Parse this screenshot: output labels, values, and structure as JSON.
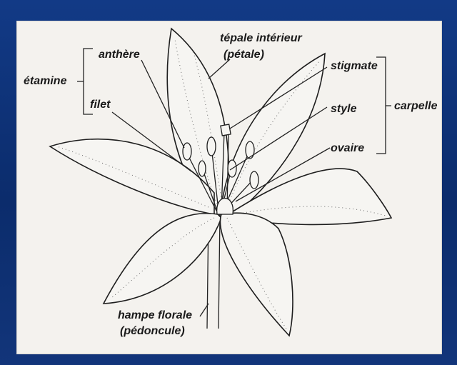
{
  "labels": {
    "tepale": "tépale intérieur",
    "petale": "(pétale)",
    "anthere": "anthère",
    "etamine": "étamine",
    "filet": "filet",
    "stigmate": "stigmate",
    "style": "style",
    "carpelle": "carpelle",
    "ovaire": "ovaire",
    "hampe": "hampe florale",
    "pedoncule": "(pédoncule)"
  },
  "colors": {
    "frame": "#0d2a63",
    "paper": "#f4f2ee",
    "ink": "#1a1a1a"
  }
}
